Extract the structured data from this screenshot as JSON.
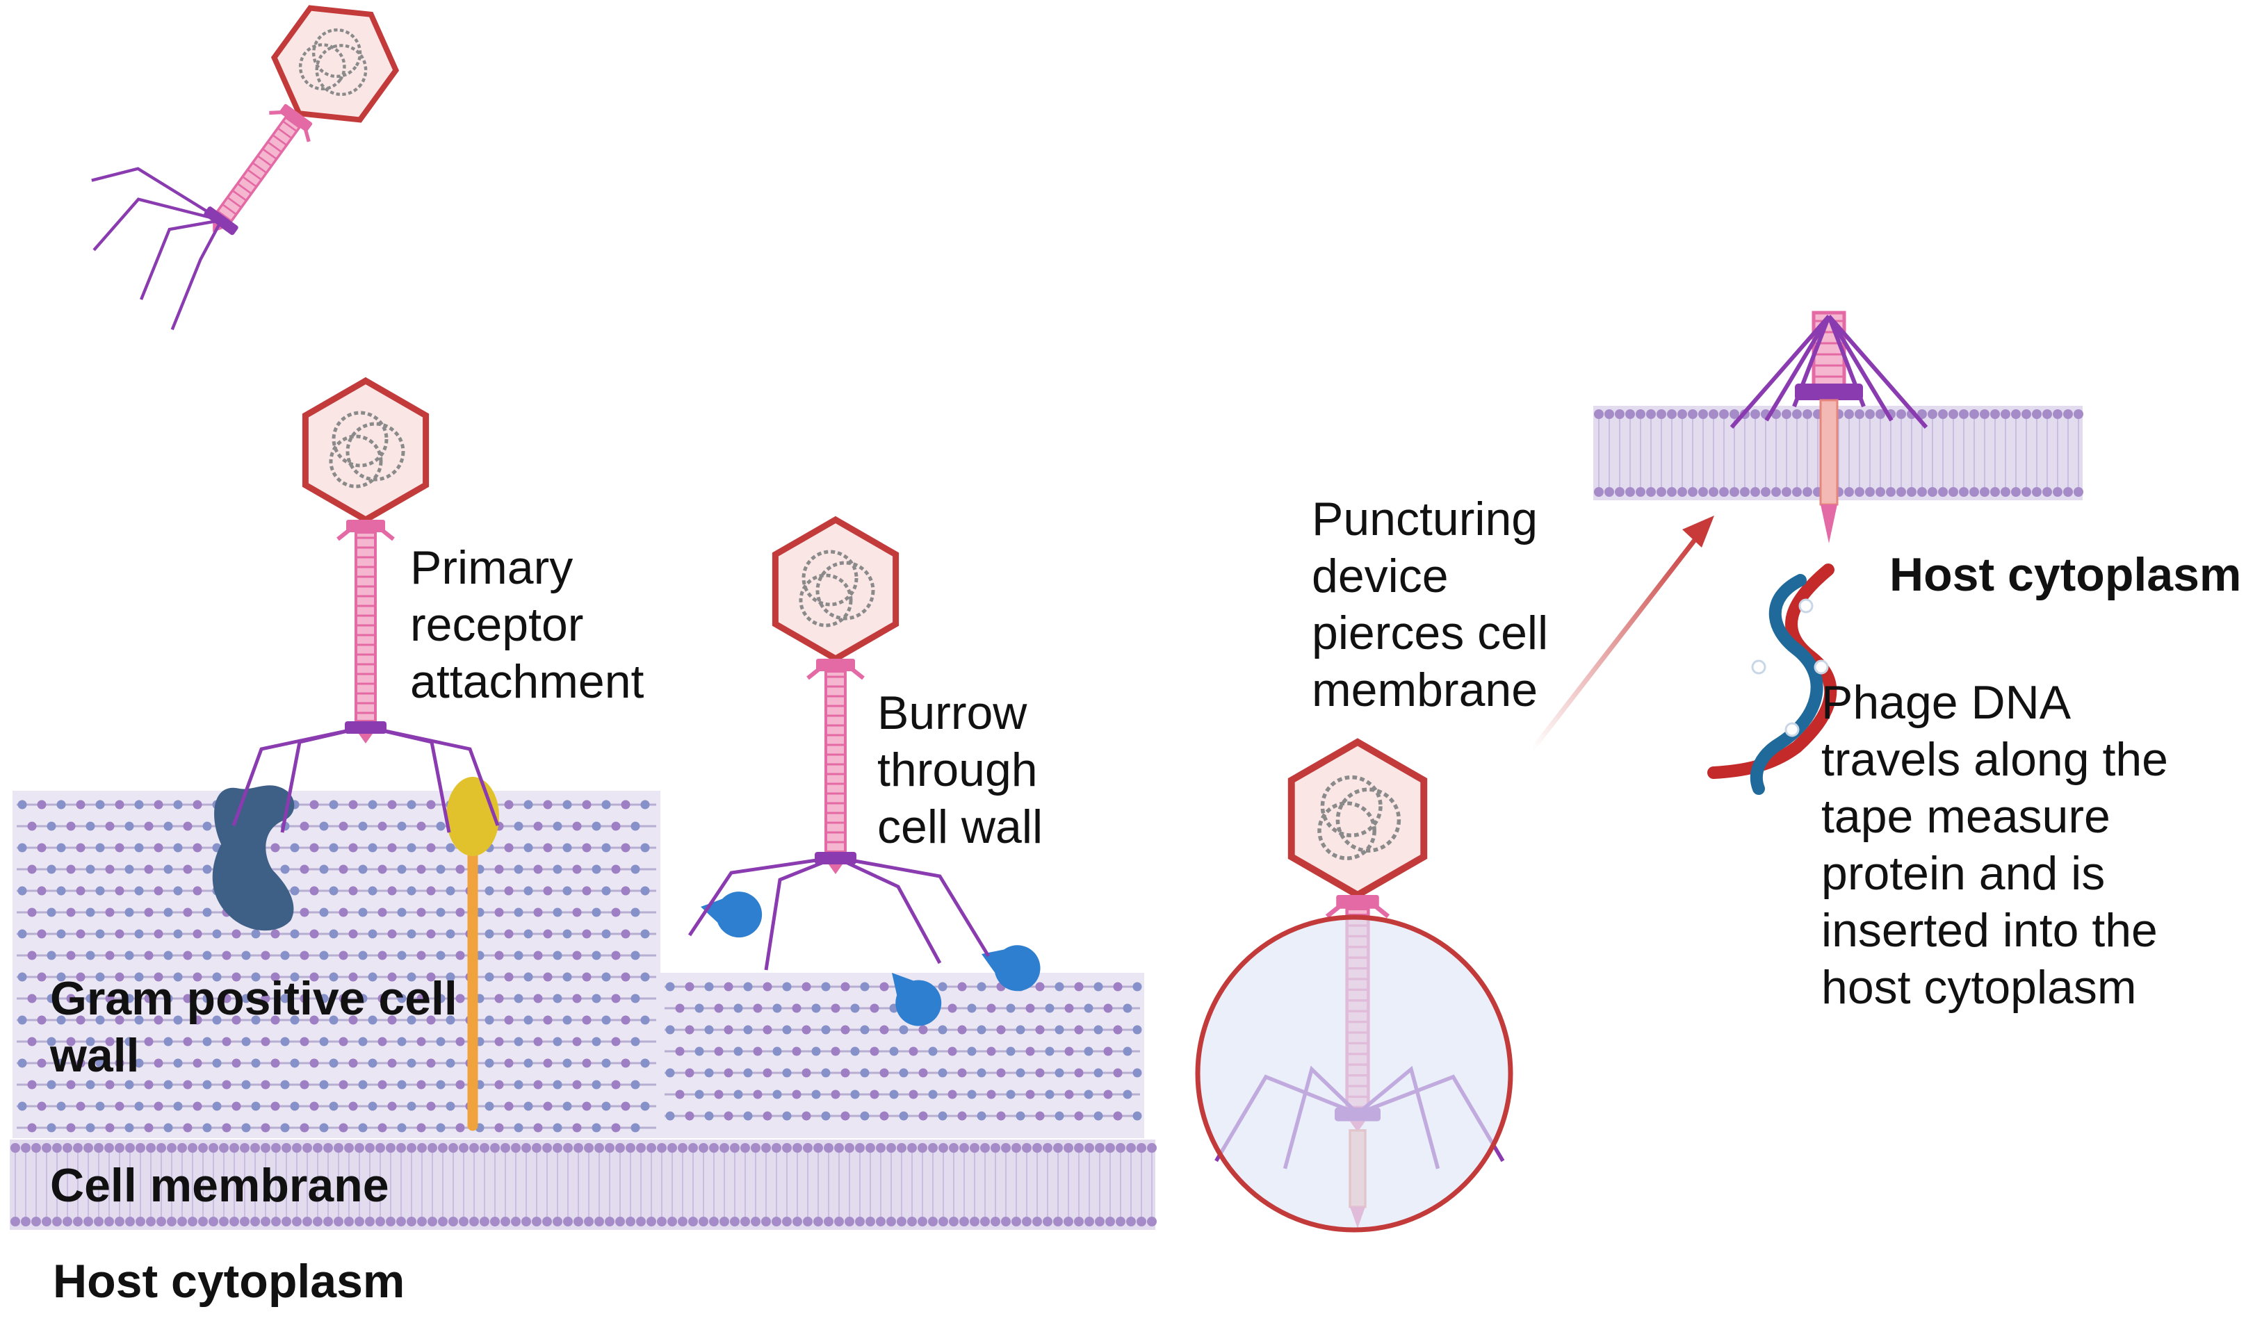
{
  "labels": {
    "primary_receptor": [
      "Primary",
      "receptor",
      "attachment"
    ],
    "burrow": [
      "Burrow",
      "through",
      "cell wall"
    ],
    "puncturing": [
      "Puncturing",
      "device",
      "pierces cell",
      "membrane"
    ],
    "phage_dna": [
      "Phage DNA",
      "travels along the",
      "tape measure",
      "protein and is",
      "inserted into the",
      "host cytoplasm"
    ],
    "host_cytoplasm_top": "Host cytoplasm",
    "gram_positive": [
      "Gram positive cell",
      "wall"
    ],
    "cell_membrane": "Cell membrane",
    "host_cytoplasm_bottom": "Host cytoplasm"
  },
  "colors": {
    "capsid_stroke": "#c23a3a",
    "capsid_fill": "#fbe6e6",
    "tail": "#e46aa6",
    "tail_fiber": "#8a3bb0",
    "wall_fill": "#ebe6f4",
    "wall_dot": "#9f7fc4",
    "membrane_fill": "#e3dcef",
    "receptor_dark": "#3e5f86",
    "receptor_yellow": "#e2c22c",
    "receptor_stalk": "#f0a23c",
    "receptor_blue": "#2f7fd0",
    "arrow": "#c83a3a",
    "dna_red": "#c42a2a",
    "dna_blue": "#1f6a9a"
  },
  "icons": [
    "bacteriophage-icon",
    "dna-helix-icon",
    "teichoic-acid-icon",
    "receptor-icon"
  ]
}
